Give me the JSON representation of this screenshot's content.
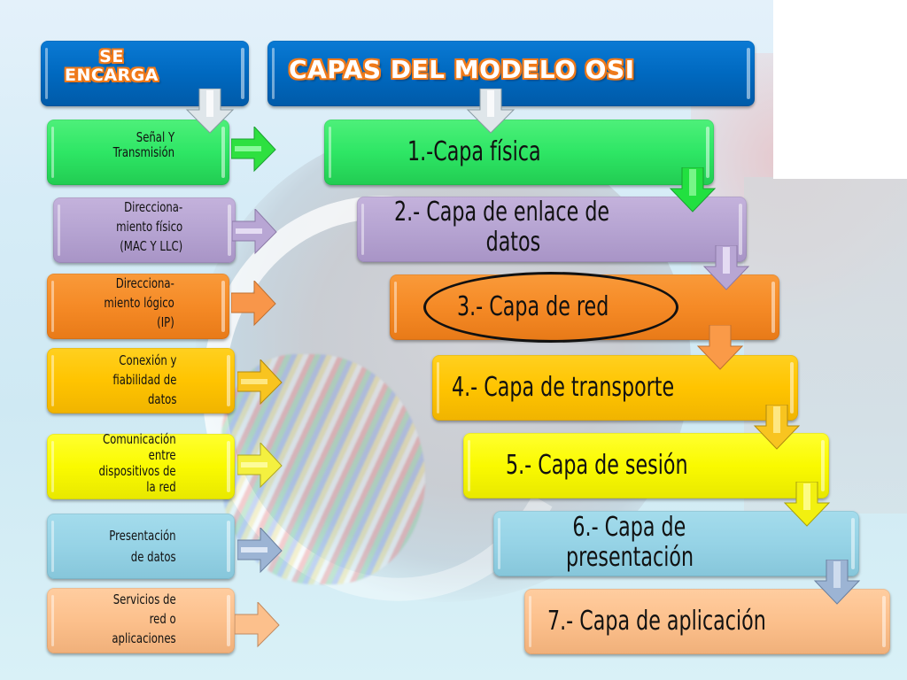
{
  "header": {
    "left_title_line1": "SE",
    "left_title_line2": "ENCARGA",
    "main_title": "CAPAS DEL MODELO OSI"
  },
  "colors": {
    "header_blue": "#0069c0",
    "title_orange": "#f07a1a",
    "layer1": "#2ee665",
    "layer2": "#b6a4d2",
    "layer3": "#f58a26",
    "layer4": "#ffc400",
    "layer5": "#fafa00",
    "layer6": "#96d3e6",
    "layer7": "#fcc08c"
  },
  "functions": [
    {
      "lines": [
        "Señal  Y",
        "Transmisión"
      ]
    },
    {
      "lines": [
        "Direcciona-",
        "miento  físico",
        "(MAC Y LLC)"
      ]
    },
    {
      "lines": [
        "Direcciona-",
        "miento  lógico",
        "(IP)"
      ]
    },
    {
      "lines": [
        "Conexión  y",
        "fiabilidad  de",
        "datos"
      ]
    },
    {
      "lines": [
        "Comunicación",
        "entre",
        "dispositivos  de",
        "la red"
      ]
    },
    {
      "lines": [
        "Presentación",
        "de datos"
      ]
    },
    {
      "lines": [
        "Servicios  de",
        "red  o",
        "aplicaciones"
      ]
    }
  ],
  "layers": [
    {
      "lines": [
        "1.-Capa física"
      ]
    },
    {
      "lines": [
        "2.- Capa de enlace de",
        "datos"
      ]
    },
    {
      "lines": [
        "3.- Capa de red"
      ],
      "highlighted": true
    },
    {
      "lines": [
        "4.-  Capa de transporte"
      ]
    },
    {
      "lines": [
        "5.- Capa de sesión"
      ]
    },
    {
      "lines": [
        "6.- Capa de",
        "presentación"
      ]
    },
    {
      "lines": [
        "7.-  Capa de aplicación"
      ]
    }
  ]
}
